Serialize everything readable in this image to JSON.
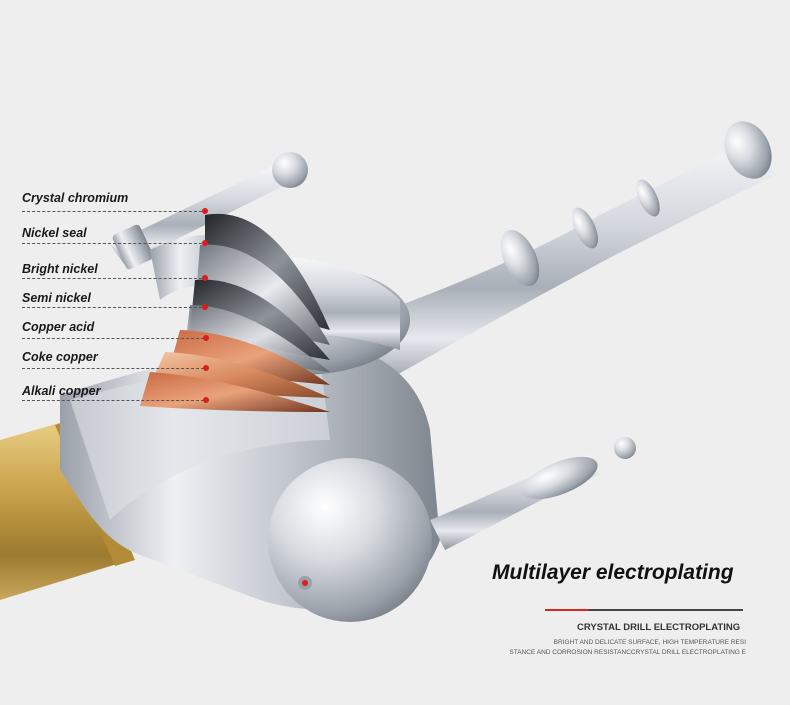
{
  "layers": [
    {
      "label": "Crystal chromium"
    },
    {
      "label": "Nickel seal"
    },
    {
      "label": "Bright nickel"
    },
    {
      "label": "Semi nickel"
    },
    {
      "label": "Copper acid"
    },
    {
      "label": "Coke copper"
    },
    {
      "label": "Alkali copper"
    }
  ],
  "headline": "Multilayer electroplating",
  "subtitle": "CRYSTAL DRILL ELECTROPLATING",
  "description_lines": [
    "BRIGHT AND DELICATE SURFACE, HIGH TEMPERATURE RESI",
    "STANCE AND CORROSION RESISTANCCRYSTAL DRILL ELECTROPLATING E"
  ],
  "colors": {
    "background": "#eeeeee",
    "chrome": "#c8ccd2",
    "brass": "#c9a24a",
    "accent_red": "#d62a20",
    "copper": "#d98a5e"
  },
  "icons": [
    "faucet-image",
    "hot-cold-indicator-icon"
  ]
}
